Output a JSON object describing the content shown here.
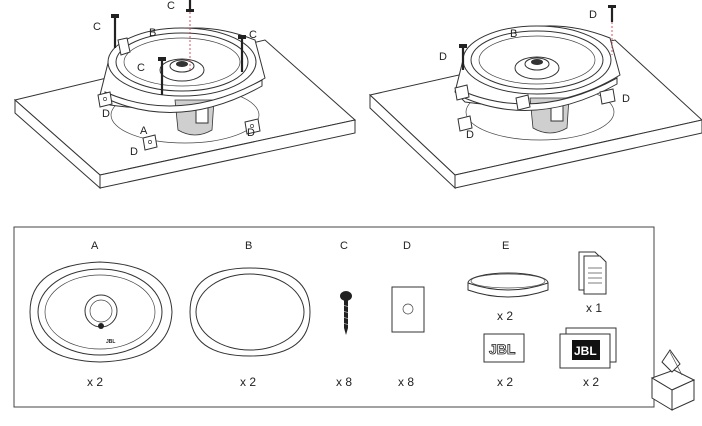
{
  "top_left": {
    "labels": {
      "c_top": "C",
      "c_left": "C",
      "c_right": "C",
      "c_inner": "C",
      "b": "B",
      "a": "A",
      "d_left": "D",
      "d_right": "D",
      "d_bottom": "D"
    }
  },
  "top_right": {
    "labels": {
      "d_top": "D",
      "b": "B",
      "d_left": "D",
      "d_right": "D",
      "d_bottom": "D"
    }
  },
  "parts": [
    {
      "letter": "A",
      "quantity": "x 2",
      "name": "speaker"
    },
    {
      "letter": "B",
      "quantity": "x 2",
      "name": "gasket"
    },
    {
      "letter": "C",
      "quantity": "x 8",
      "name": "screw"
    },
    {
      "letter": "D",
      "quantity": "x 8",
      "name": "clip"
    },
    {
      "letter": "E",
      "quantity": "x 2",
      "name": "ring"
    },
    {
      "letter": "",
      "quantity": "x 1",
      "name": "manual"
    },
    {
      "letter": "",
      "quantity": "x 2",
      "name": "jbl-badge"
    },
    {
      "letter": "",
      "quantity": "x 2",
      "name": "jbl-sticker"
    }
  ],
  "logos": {
    "badge": "JBL",
    "sticker": "JBL",
    "speaker_mark": "JBL"
  },
  "icons": {
    "box": "package-contents-icon"
  }
}
